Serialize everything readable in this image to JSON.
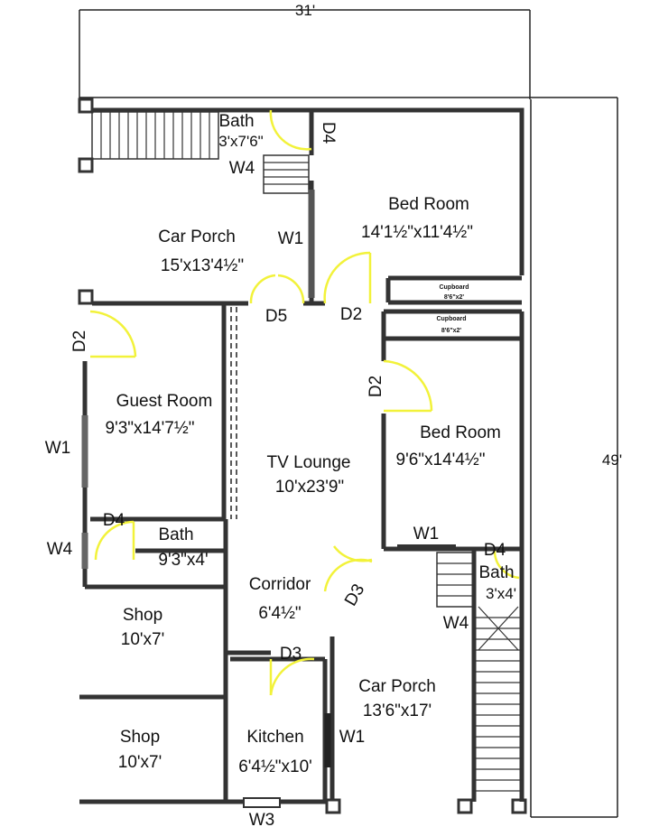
{
  "dimensions": {
    "width": "31'",
    "depth": "49'"
  },
  "rooms": [
    {
      "name": "Bed Room",
      "size": "14'1½\"x11'4½\""
    },
    {
      "name": "Car Porch",
      "size": "15'x13'4½\""
    },
    {
      "name": "Guest Room",
      "size": "9'3\"x14'7½\""
    },
    {
      "name": "TV Lounge",
      "size": "10'x23'9\""
    },
    {
      "name": "Bed Room",
      "size": "9'6\"x14'4½\""
    },
    {
      "name": "Bath",
      "size": "9'3\"x4'"
    },
    {
      "name": "Corridor",
      "size": "6'4½\""
    },
    {
      "name": "Shop",
      "size": "10'x7'"
    },
    {
      "name": "Car Porch",
      "size": "13'6\"x17'"
    },
    {
      "name": "Shop",
      "size": "10'x7'"
    },
    {
      "name": "Kitchen",
      "size": "6'4½\"x10'"
    }
  ],
  "small_baths": [
    {
      "name": "Bath",
      "size": "3'x7'6\""
    },
    {
      "name": "Bath",
      "size": "3'x4'"
    }
  ],
  "cupboards": [
    {
      "name": "Cupboard",
      "size": "8'6\"x2'"
    },
    {
      "name": "Cupboard",
      "size": "8'6\"x2'"
    }
  ],
  "doors": [
    "D4",
    "D5",
    "D2",
    "D2",
    "D2",
    "D4",
    "D3",
    "D4",
    "D3"
  ],
  "windows": [
    "W4",
    "W1",
    "W1",
    "W4",
    "W1",
    "W4",
    "W1",
    "W3"
  ]
}
